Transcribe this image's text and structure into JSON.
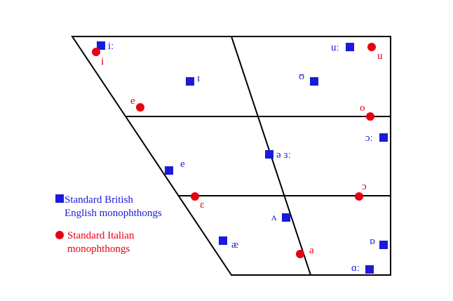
{
  "colors": {
    "british": "#1a1adb",
    "italian": "#e60012",
    "lines": "#000000"
  },
  "legend": {
    "british_line1": "Standard British",
    "british_line2": "English monophthongs",
    "italian_line1": "Standard Italian",
    "italian_line2": "monophthongs"
  },
  "vowels_british": [
    {
      "symbol": "iː"
    },
    {
      "symbol": "ɪ"
    },
    {
      "symbol": "uː"
    },
    {
      "symbol": "ʊ"
    },
    {
      "symbol": "ɔː"
    },
    {
      "symbol": "ə ɜː"
    },
    {
      "symbol": "e"
    },
    {
      "symbol": "ʌ"
    },
    {
      "symbol": "æ"
    },
    {
      "symbol": "ɒ"
    },
    {
      "symbol": "ɑː"
    }
  ],
  "vowels_italian": [
    {
      "symbol": "i"
    },
    {
      "symbol": "u"
    },
    {
      "symbol": "e"
    },
    {
      "symbol": "o"
    },
    {
      "symbol": "ɛ"
    },
    {
      "symbol": "ɔ"
    },
    {
      "symbol": "a"
    }
  ]
}
